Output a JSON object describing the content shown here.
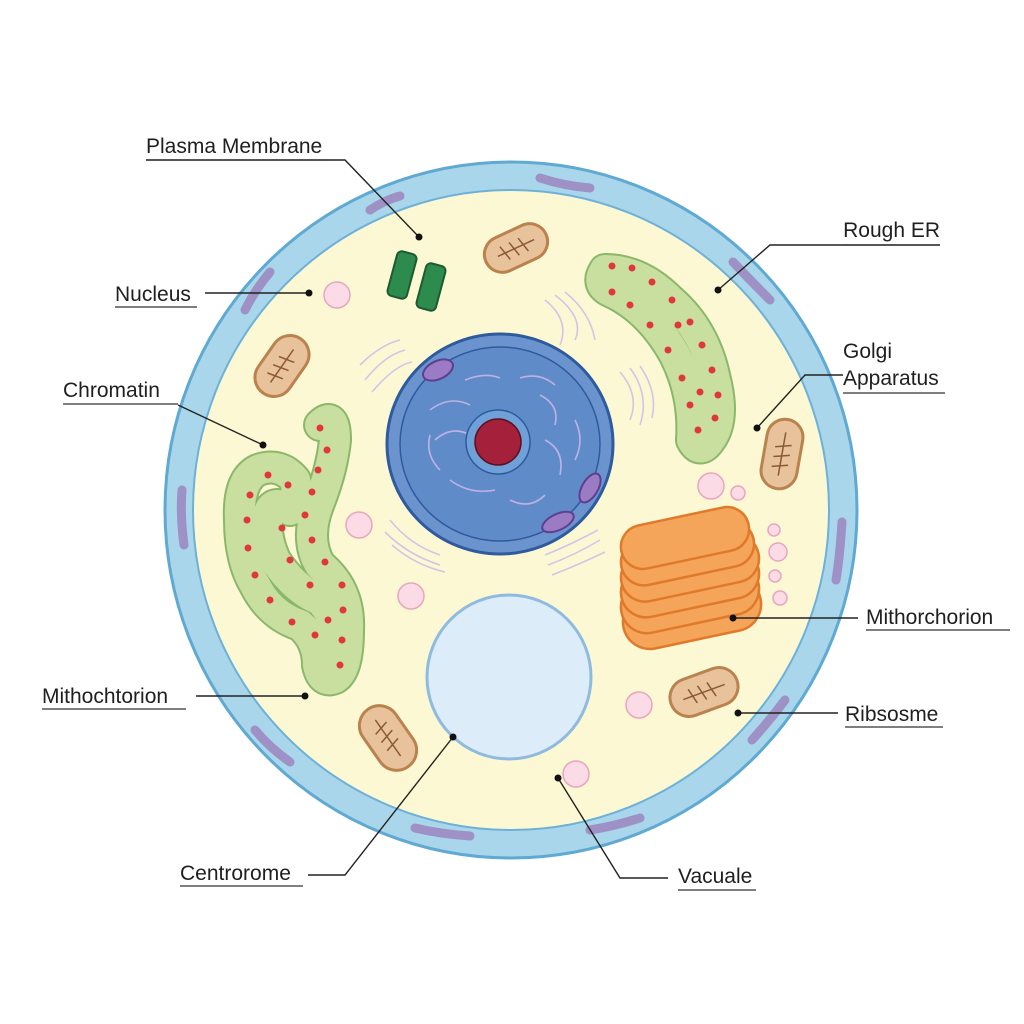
{
  "labels": {
    "plasma_membrane": "Plasma Membrane",
    "nucleus": "Nucleus",
    "chromatin": "Chromatin",
    "mitochondrion_left": "Mithochtorion",
    "centrosome": "Centrorome",
    "rough_er": "Rough ER",
    "golgi_line1": "Golgi",
    "golgi_line2": "Apparatus",
    "mitochondrion_right": "Mithorchorion",
    "ribosome": "Ribsosme",
    "vacuole": "Vacuale"
  },
  "colors": {
    "membrane": "#a9d6ea",
    "membrane_stroke": "#5fa9d2",
    "membrane_protein": "#9b85c0",
    "cytoplasm": "#fcf8d3",
    "nucleus_outer": "#6b94cf",
    "nucleus_inner": "#5f8bc9",
    "nucleolus": "#a5203a",
    "er": "#c8dfa0",
    "er_stroke": "#8ab86a",
    "ribosome_dot": "#e0373e",
    "mitochondrion": "#e8c29a",
    "mitochondrion_stroke": "#b9824f",
    "golgi": "#f4a55a",
    "golgi_stroke": "#e07a2a",
    "vacuole": "#dcecf8",
    "vesicle": "#fbdbe6",
    "centriole": "#2e8b4e"
  }
}
